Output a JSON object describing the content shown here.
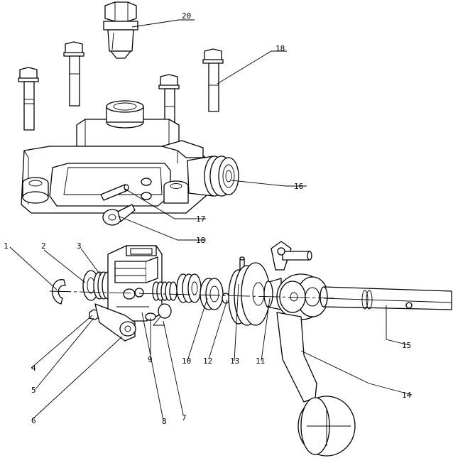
{
  "callouts": [
    {
      "id": "c1",
      "text": "1"
    },
    {
      "id": "c2",
      "text": "2"
    },
    {
      "id": "c3",
      "text": "3"
    },
    {
      "id": "c4",
      "text": "4"
    },
    {
      "id": "c5",
      "text": "5"
    },
    {
      "id": "c6",
      "text": "6"
    },
    {
      "id": "c7",
      "text": "7"
    },
    {
      "id": "c8",
      "text": "8"
    },
    {
      "id": "c9",
      "text": "9"
    },
    {
      "id": "c10",
      "text": "10"
    },
    {
      "id": "c11",
      "text": "11"
    },
    {
      "id": "c12",
      "text": "12"
    },
    {
      "id": "c13",
      "text": "13"
    },
    {
      "id": "c14",
      "text": "14"
    },
    {
      "id": "c15",
      "text": "15"
    },
    {
      "id": "c16",
      "text": "16"
    },
    {
      "id": "c17",
      "text": "17"
    },
    {
      "id": "c18a",
      "text": "18"
    },
    {
      "id": "c18b",
      "text": "18"
    },
    {
      "id": "c20",
      "text": "20"
    }
  ]
}
